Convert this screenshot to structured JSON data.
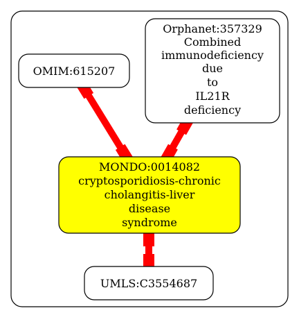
{
  "nodes": {
    "omim": {
      "label": "OMIM:615207"
    },
    "orphanet": {
      "lines": [
        "Orphanet:357329",
        "Combined",
        "immunodeficiency",
        "due",
        "to",
        "IL21R",
        "deficiency"
      ]
    },
    "mondo": {
      "lines": [
        "MONDO:0014082",
        "cryptosporidiosis-chronic",
        "cholangitis-liver",
        "disease",
        "syndrome"
      ]
    },
    "umls": {
      "label": "UMLS:C3554687"
    }
  },
  "colors": {
    "edge": "#ff0000",
    "highlight_fill": "#ffff00",
    "node_fill": "#ffffff",
    "stroke": "#000000"
  }
}
